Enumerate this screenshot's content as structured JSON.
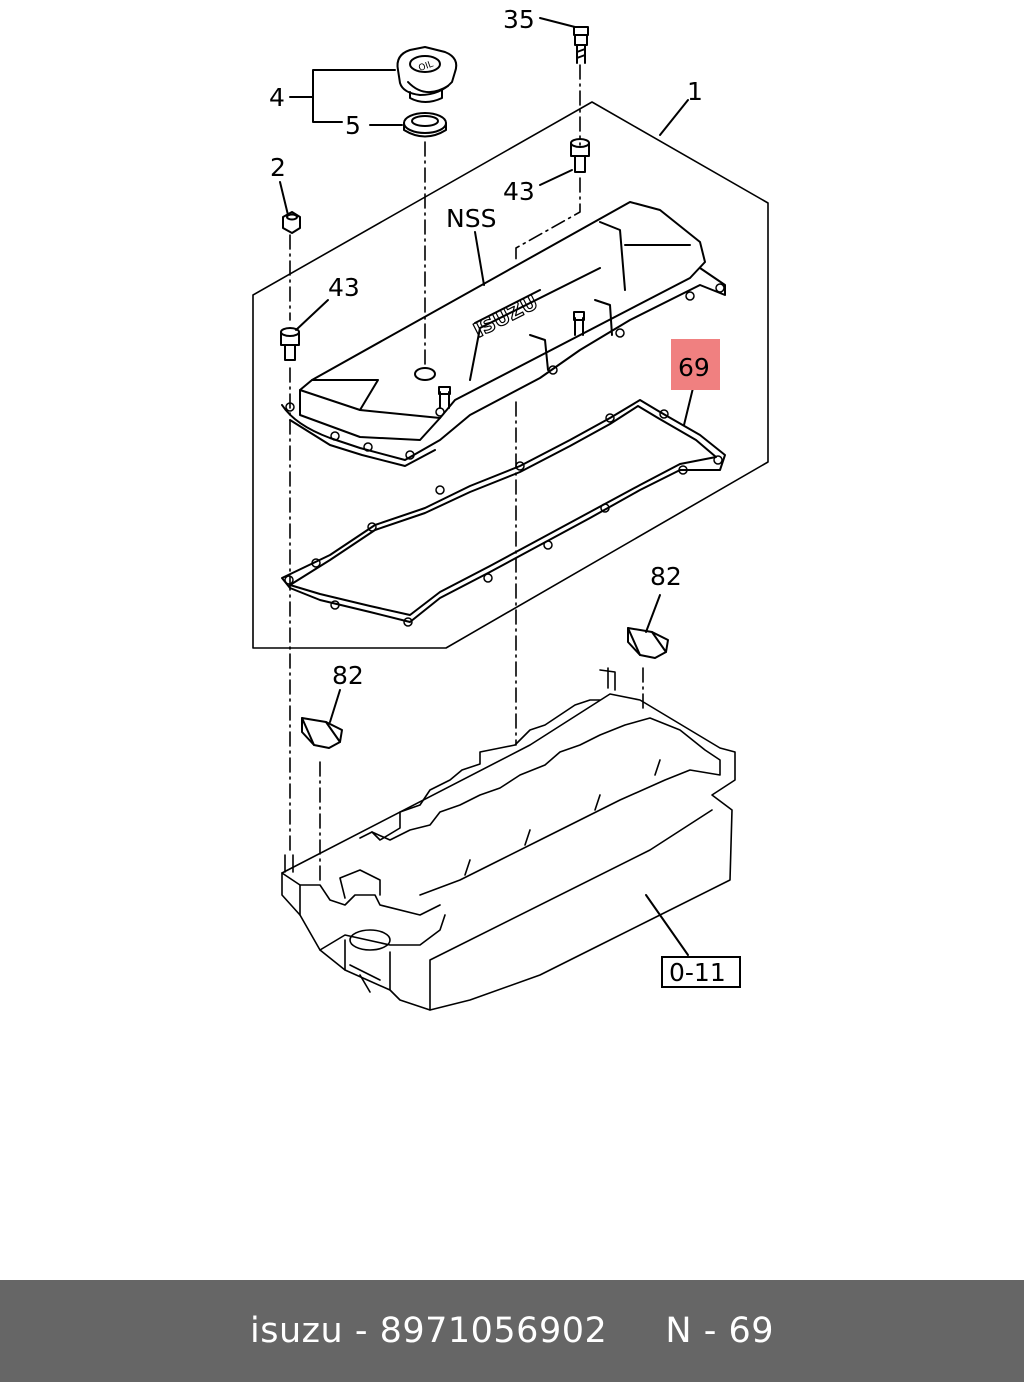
{
  "diagram": {
    "callouts": {
      "c35": "35",
      "c4": "4",
      "c5": "5",
      "c1": "1",
      "c2": "2",
      "c43a": "43",
      "c43b": "43",
      "nss": "NSS",
      "c69": "69",
      "c82a": "82",
      "c82b": "82",
      "ref": "0-11"
    },
    "cap_marking": "OIL",
    "cover_marking": "ISUZU",
    "highlight_color": "#f08080"
  },
  "footer": {
    "caption": "isuzu - 8971056902     N - 69",
    "background": "#666666"
  }
}
